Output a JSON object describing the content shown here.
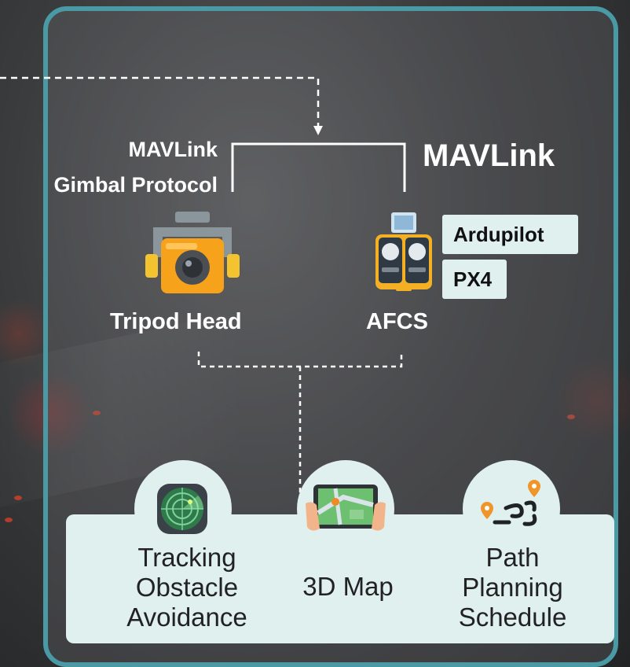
{
  "protocols": {
    "left_line1": "MAVLink",
    "left_line2": "Gimbal Protocol",
    "right": "MAVLink"
  },
  "devices": {
    "tripod_label": "Tripod Head",
    "afcs_label": "AFCS"
  },
  "firmware": [
    "Ardupilot",
    "PX4"
  ],
  "features": {
    "tracking": [
      "Tracking",
      "Obstacle",
      "Avoidance"
    ],
    "map": "3D Map",
    "path": [
      "Path",
      "Planning",
      "Schedule"
    ]
  },
  "colors": {
    "panel_border": "#4a9aa6",
    "tag_bg": "#dff0ef",
    "camera_orange": "#f7a21b",
    "gimbal_gray": "#8b959c"
  },
  "icons": [
    "gimbal-camera-icon",
    "flight-controller-icon",
    "radar-icon",
    "tablet-map-icon",
    "route-icon"
  ]
}
